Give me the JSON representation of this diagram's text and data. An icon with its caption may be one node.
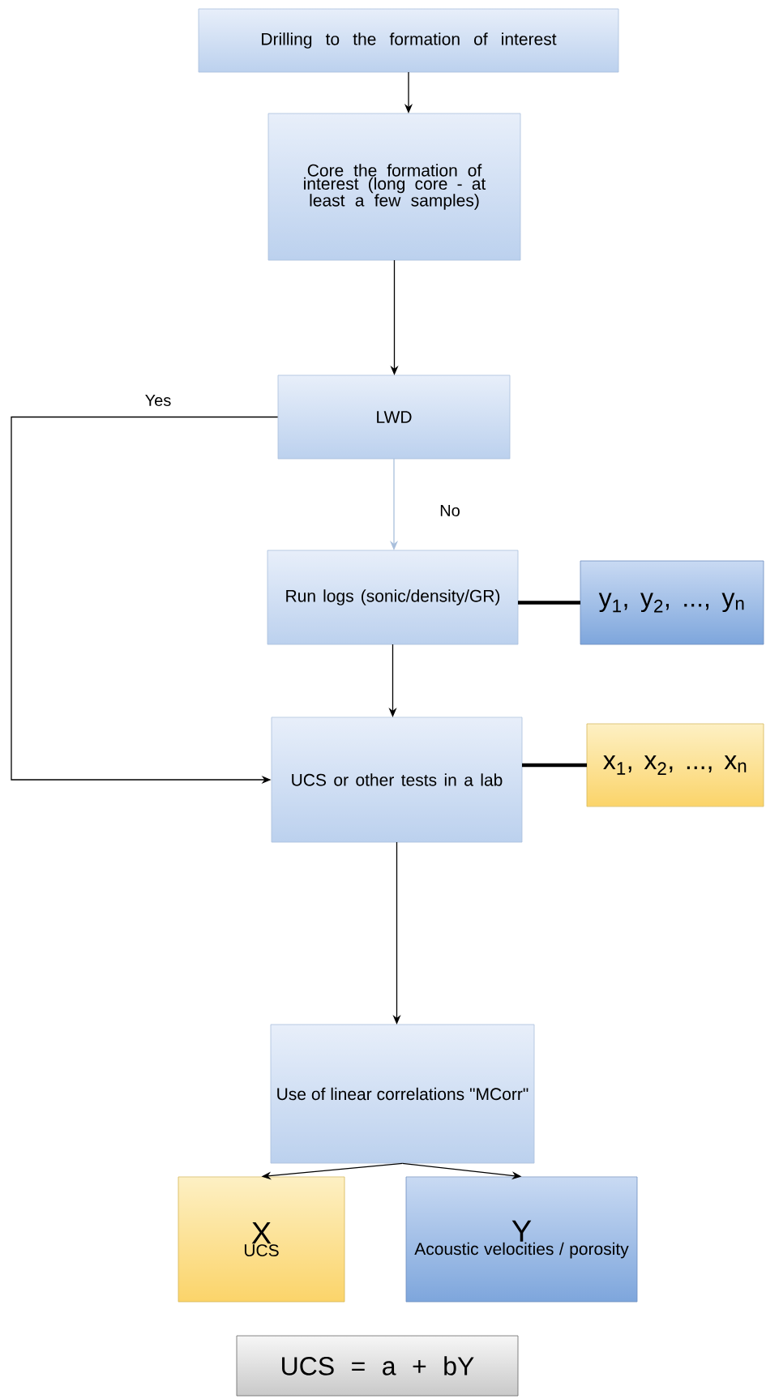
{
  "diagram": {
    "nodes": [
      {
        "text": [
          "Drilling to the formation of interest"
        ]
      },
      {
        "text": [
          "Core the formation of interest (long core - at least a few samples)"
        ]
      },
      {
        "text": [
          "LWD"
        ]
      },
      {
        "text": [
          "Run logs (sonic/density/GR)"
        ]
      },
      {
        "text": [
          "y$_{1}$, y$_{2}$, ..., y$_{n}$"
        ]
      },
      {
        "text": [
          "UCS or other tests in a lab"
        ]
      },
      {
        "text": [
          "x$_{1}$, x$_{2}$, ..., x$_{n}$"
        ]
      },
      {
        "text": [
          "Use of linear correlations \"MCorr\""
        ]
      },
      {
        "text": [
          "X",
          "UCS"
        ]
      },
      {
        "text": [
          "Y",
          "Acoustic velocities / porosity"
        ]
      },
      {
        "text": [
          "UCS =  a + bY"
        ]
      }
    ],
    "edges": [
      {
        "from": 0,
        "to": 1,
        "arrow": "to"
      },
      {
        "from": 1,
        "to": 2,
        "arrow": "to"
      },
      {
        "from": 2,
        "to": 5,
        "arrow": "to",
        "label": "Yes"
      },
      {
        "from": 2,
        "to": 3,
        "arrow": "to",
        "label": "No",
        "color": "#a9bfdc"
      },
      {
        "from": 3,
        "to": 4,
        "arrow": "none",
        "style": "thick"
      },
      {
        "from": 3,
        "to": 5,
        "arrow": "to"
      },
      {
        "from": 5,
        "to": 6,
        "arrow": "none",
        "style": "thick"
      },
      {
        "from": 5,
        "to": 7,
        "arrow": "to"
      },
      {
        "from": 7,
        "to": 8,
        "arrow": "to"
      },
      {
        "from": 7,
        "to": 9,
        "arrow": "to"
      }
    ]
  }
}
